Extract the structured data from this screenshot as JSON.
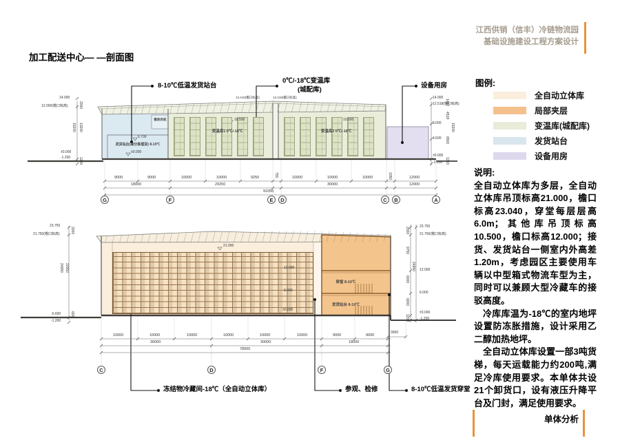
{
  "accent": "#e8923a",
  "header": {
    "line1": "江西供销（信丰）冷链物流园",
    "line2": "基础设施建设工程方案设计"
  },
  "title": "加工配送中心— —剖面图",
  "legend": {
    "title": "图例:",
    "items": [
      {
        "label": "全自动立体库",
        "color": "#fbeedd"
      },
      {
        "label": "局部夹层",
        "color": "#f4c18c"
      },
      {
        "label": "变温库(城配库)",
        "color": "#e8ecd8"
      },
      {
        "label": "发货站台",
        "color": "#d9e6ee"
      },
      {
        "label": "设备用房",
        "color": "#ddd8ec"
      }
    ]
  },
  "notes": {
    "title": "说明:",
    "p1": "全自动立体库为多层，全自动立体库吊顶标高21.000，檐口标高23.040，穿堂每层层高6.0m；其他库吊顶标高10.500，檐口标高12.000；接货、发货站台一侧室内外高差1.20m，考虑园区主要使用车辆以中型箱式物流车型为主，同时可以兼顾大型冷藏车的接驳高度。",
    "p2": "冷库库温为-18℃的室内地坪设置防冻胀措施，设计采用乙二醇加热地坪。",
    "p3": "全自动立体库设置一部3吨货梯，每天运载能力约200吨,满足冷库使用要求。本单体共设21个卸货口，设有液压升降平台及门封，满足使用要求。"
  },
  "footer": {
    "label": "单体分析"
  },
  "section_top": {
    "callouts": {
      "c1": "8-10℃低温发货站台",
      "c2a": "0℃/-18℃变温库",
      "c2b": "(城配库)",
      "c3": "设备用房"
    },
    "rooms": {
      "dock": "发货站台(兼分拣理货) 8-10℃",
      "fan": "散热风机",
      "vt1": "变温库1 0℃/-18℃",
      "vt2": "变温库2 0℃/-18℃"
    },
    "levels": {
      "ridge": "13.418(檐口标高)",
      "in_105": "10.500",
      "in_67": "6.700",
      "in_zero": "±0.000",
      "left": [
        "14.000",
        "12.000(檐口标高)",
        "±0.000",
        "-1.200"
      ],
      "right": [
        "14.000",
        "12.518(檐口标高)",
        "8.000",
        "4.500",
        "±0.000",
        "-1.200"
      ]
    },
    "vdims": {
      "left": [
        "2000",
        "15200",
        "13200",
        "1200"
      ],
      "right": [
        "1482",
        "4518",
        "6500",
        "1200",
        "15200"
      ]
    },
    "dims": {
      "row1": [
        "9000",
        "9000",
        "10000",
        "10000",
        "9250",
        "750",
        "10000",
        "10000",
        "10000",
        "1050",
        "12000"
      ],
      "row2": [
        "18000",
        "29250",
        "30000",
        "12000"
      ],
      "row3": [
        "91050"
      ]
    },
    "grid": [
      "G",
      "F",
      "E",
      "D",
      "C",
      "B",
      "A"
    ]
  },
  "section_bottom": {
    "callouts": {
      "c1": "冻结物冷藏间-18℃（全自动立体库）",
      "c2": "参观、检修",
      "c3": "8-10℃低温发货穿堂"
    },
    "rooms": {
      "hall": "穿堂 8-10℃",
      "dock": "发货站台 8-10℃"
    },
    "levels": {
      "in_21": "21.000",
      "in_12": "12.000",
      "in_6": "6.000",
      "in_zero": "±0.000",
      "left": [
        "23.750",
        "21.750(檐口标高)",
        "-0.600",
        "-1.200"
      ],
      "right": [
        "23.750",
        "21.750(檐口标高)",
        "12.000",
        "6.000",
        "±0.000",
        "-1.200"
      ]
    },
    "vdims": {
      "left": [
        "2000",
        "24950",
        "22950",
        "600"
      ],
      "right": [
        "2000",
        "9750",
        "6000",
        "6000",
        "1200",
        "24950"
      ],
      "extra": "3000"
    },
    "dims": {
      "row1": [
        "10000",
        "10000",
        "10000",
        "10000",
        "10000",
        "10000",
        "9000",
        "9000"
      ],
      "row2": [
        "30000",
        "30000",
        "18000"
      ],
      "row3": [
        "78000"
      ]
    },
    "grid": [
      "C",
      "D",
      "F",
      "G"
    ]
  }
}
